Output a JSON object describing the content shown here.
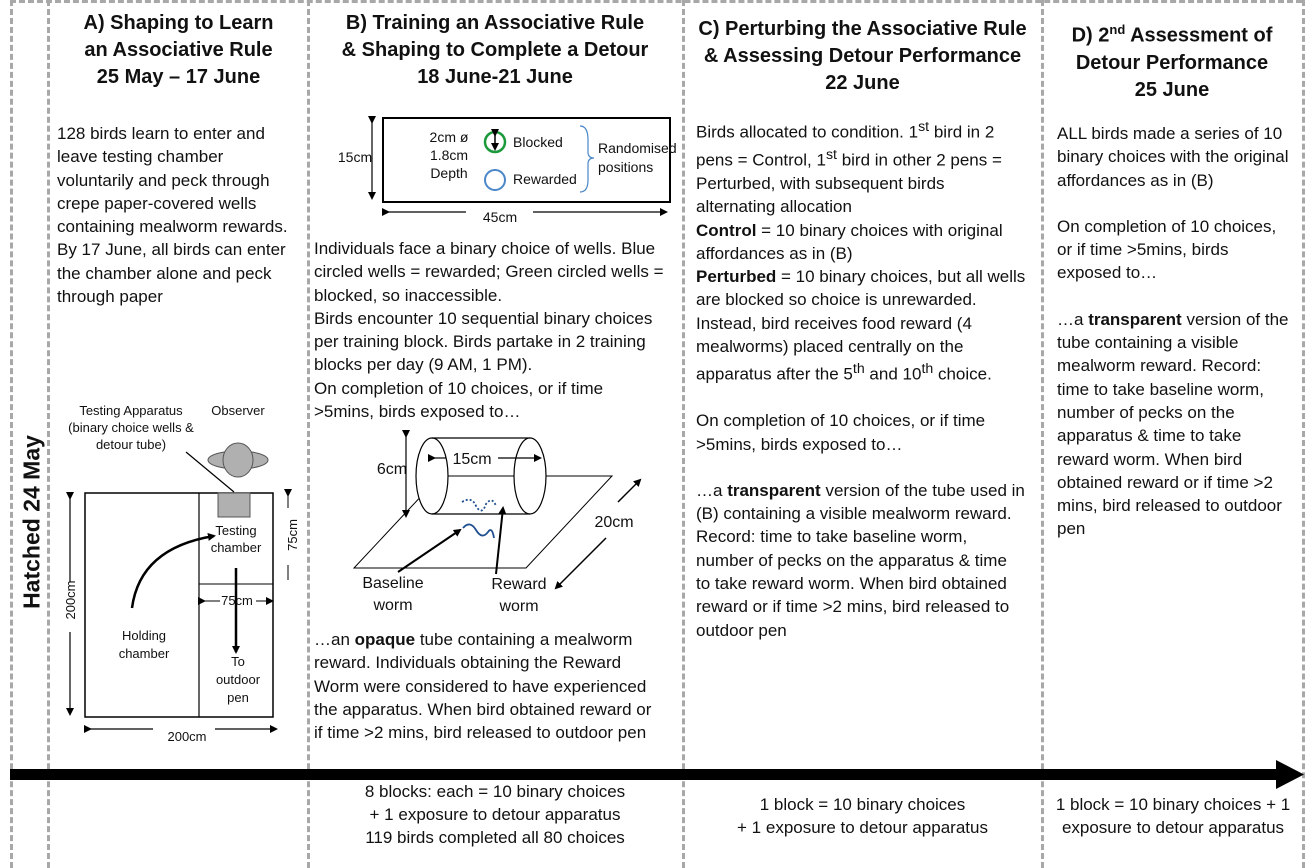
{
  "hatched": "Hatched 24 May",
  "panels": {
    "a": {
      "title": [
        "A) Shaping to Learn",
        "an Associative Rule",
        "25 May – 17 June"
      ],
      "body": [
        "128 birds learn to enter and",
        "leave testing chamber",
        "voluntarily and peck through",
        "crepe paper-covered wells",
        "containing mealworm rewards.",
        "By 17 June, all birds can enter",
        "the chamber alone and peck",
        "through paper"
      ]
    },
    "b": {
      "title": [
        "B) Training an Associative Rule",
        "& Shaping to Complete a Detour",
        "18 June-21 June"
      ],
      "body": [
        "Individuals face a binary choice of wells. Blue",
        "circled wells = rewarded; Green circled wells =",
        "blocked, so inaccessible.",
        "Birds encounter 10 sequential binary choices",
        "per training block. Birds partake in 2 training",
        "blocks per day (9 AM, 1 PM).",
        "On completion of 10 choices, or if time",
        ">5mins, birds exposed to…"
      ],
      "body2": [
        "reward. Individuals obtaining the Reward",
        "Worm were considered to have experienced",
        "the apparatus. When bird obtained reward or",
        "if time >2 mins, bird released to outdoor pen"
      ],
      "body2_pre": "…an ",
      "body2_bold": "opaque",
      "body2_post": " tube containing a mealworm",
      "footer": [
        "8 blocks: each = 10 binary choices",
        "+ 1 exposure to detour apparatus",
        "119 birds completed all 80 choices"
      ]
    },
    "c": {
      "title": [
        "C) Perturbing the Associative Rule",
        "& Assessing Detour Performance",
        "22 June"
      ],
      "p1_l1a": "Birds allocated to condition. 1",
      "p1_l1sup": "st",
      "p1_l1b": " bird in 2",
      "p1_l2a": "pens = Control, 1",
      "p1_l2sup": "st",
      "p1_l2b": " bird in other 2 pens =",
      "p1_l3": "Perturbed, with subsequent birds",
      "p1_l4": "alternating allocation",
      "control_label": "Control",
      "control_text": " = 10 binary choices with original",
      "control_text2": "affordances as in (B)",
      "perturbed_label": "Perturbed",
      "perturbed_text": " = 10 binary choices, but all wells",
      "p_l2": "are blocked so choice is unrewarded.",
      "p_l3": "Instead, bird receives food reward (4",
      "p_l4": "mealworms) placed centrally on the",
      "p_l5a": "apparatus after the 5",
      "p_l5sup": "th",
      "p_l5b": " and 10",
      "p_l5sup2": "th",
      "p_l5c": " choice.",
      "p2": [
        "On completion of 10 choices, or if time",
        ">5mins, birds exposed to…"
      ],
      "p3_pre": "…a ",
      "p3_bold": "transparent",
      "p3_post": " version of the tube used in",
      "p3": [
        "(B) containing a visible mealworm reward.",
        "Record: time to take baseline worm,",
        "number of pecks on the apparatus & time",
        "to take reward worm. When bird obtained",
        "reward or if time >2 mins, bird released to",
        "outdoor pen"
      ],
      "footer": [
        "1 block = 10 binary choices",
        "+ 1 exposure to detour apparatus"
      ]
    },
    "d": {
      "title_a": "D) 2",
      "title_sup": "nd",
      "title_b": " Assessment of",
      "title": [
        "Detour Performance",
        "25 June"
      ],
      "p1": [
        "ALL birds made a series of 10",
        "binary choices with the original",
        "affordances as in (B)"
      ],
      "p2": [
        "On completion of 10 choices,",
        "or if time >5mins, birds",
        "exposed to…"
      ],
      "p3_pre": "…a ",
      "p3_bold": "transparent",
      "p3_post": " version of the",
      "p3": [
        "tube containing a visible",
        "mealworm reward. Record:",
        "time to take baseline worm,",
        "number of pecks on the",
        "apparatus & time to take",
        "reward worm. When bird",
        "obtained reward or if time >2",
        "mins, bird released to outdoor",
        "pen"
      ],
      "footer": [
        "1 block = 10 binary choices + 1",
        "exposure to detour apparatus"
      ]
    }
  },
  "diagram_a": {
    "apparatus_label": [
      "Testing  Apparatus",
      "(binary choice wells &",
      "detour tube)"
    ],
    "observer": "Observer",
    "testing_chamber": [
      "Testing",
      "chamber"
    ],
    "holding_chamber": [
      "Holding",
      "chamber"
    ],
    "outdoor": [
      "To",
      "outdoor",
      "pen"
    ],
    "dim_200_side": "200cm",
    "dim_200_bottom": "200cm",
    "dim_75_right": "75cm",
    "dim_75_mid": "75cm"
  },
  "diagram_b_wells": {
    "dims": [
      "2cm ø",
      "1.8cm",
      "Depth"
    ],
    "blocked": "Blocked",
    "rewarded": "Rewarded",
    "randomised": [
      "Randomised",
      "positions"
    ],
    "height": "15cm",
    "width": "45cm",
    "blocked_color": "#1a9a3a",
    "rewarded_color": "#4a86c8"
  },
  "diagram_b_tube": {
    "height": "6cm",
    "length": "15cm",
    "base": "20cm",
    "baseline": [
      "Baseline",
      "worm"
    ],
    "reward": [
      "Reward",
      "worm"
    ]
  }
}
